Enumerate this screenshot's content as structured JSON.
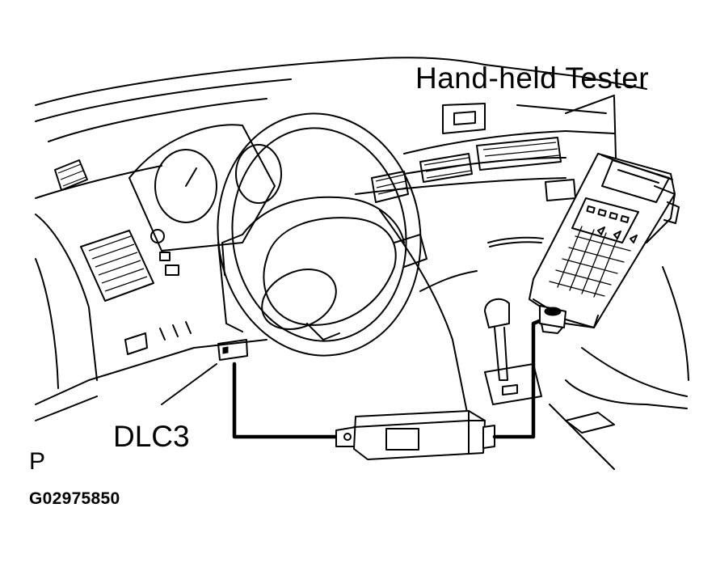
{
  "labels": {
    "tester": "Hand-held  Tester",
    "connector": "DLC3",
    "view": "P",
    "figure_code": "G02975850"
  }
}
